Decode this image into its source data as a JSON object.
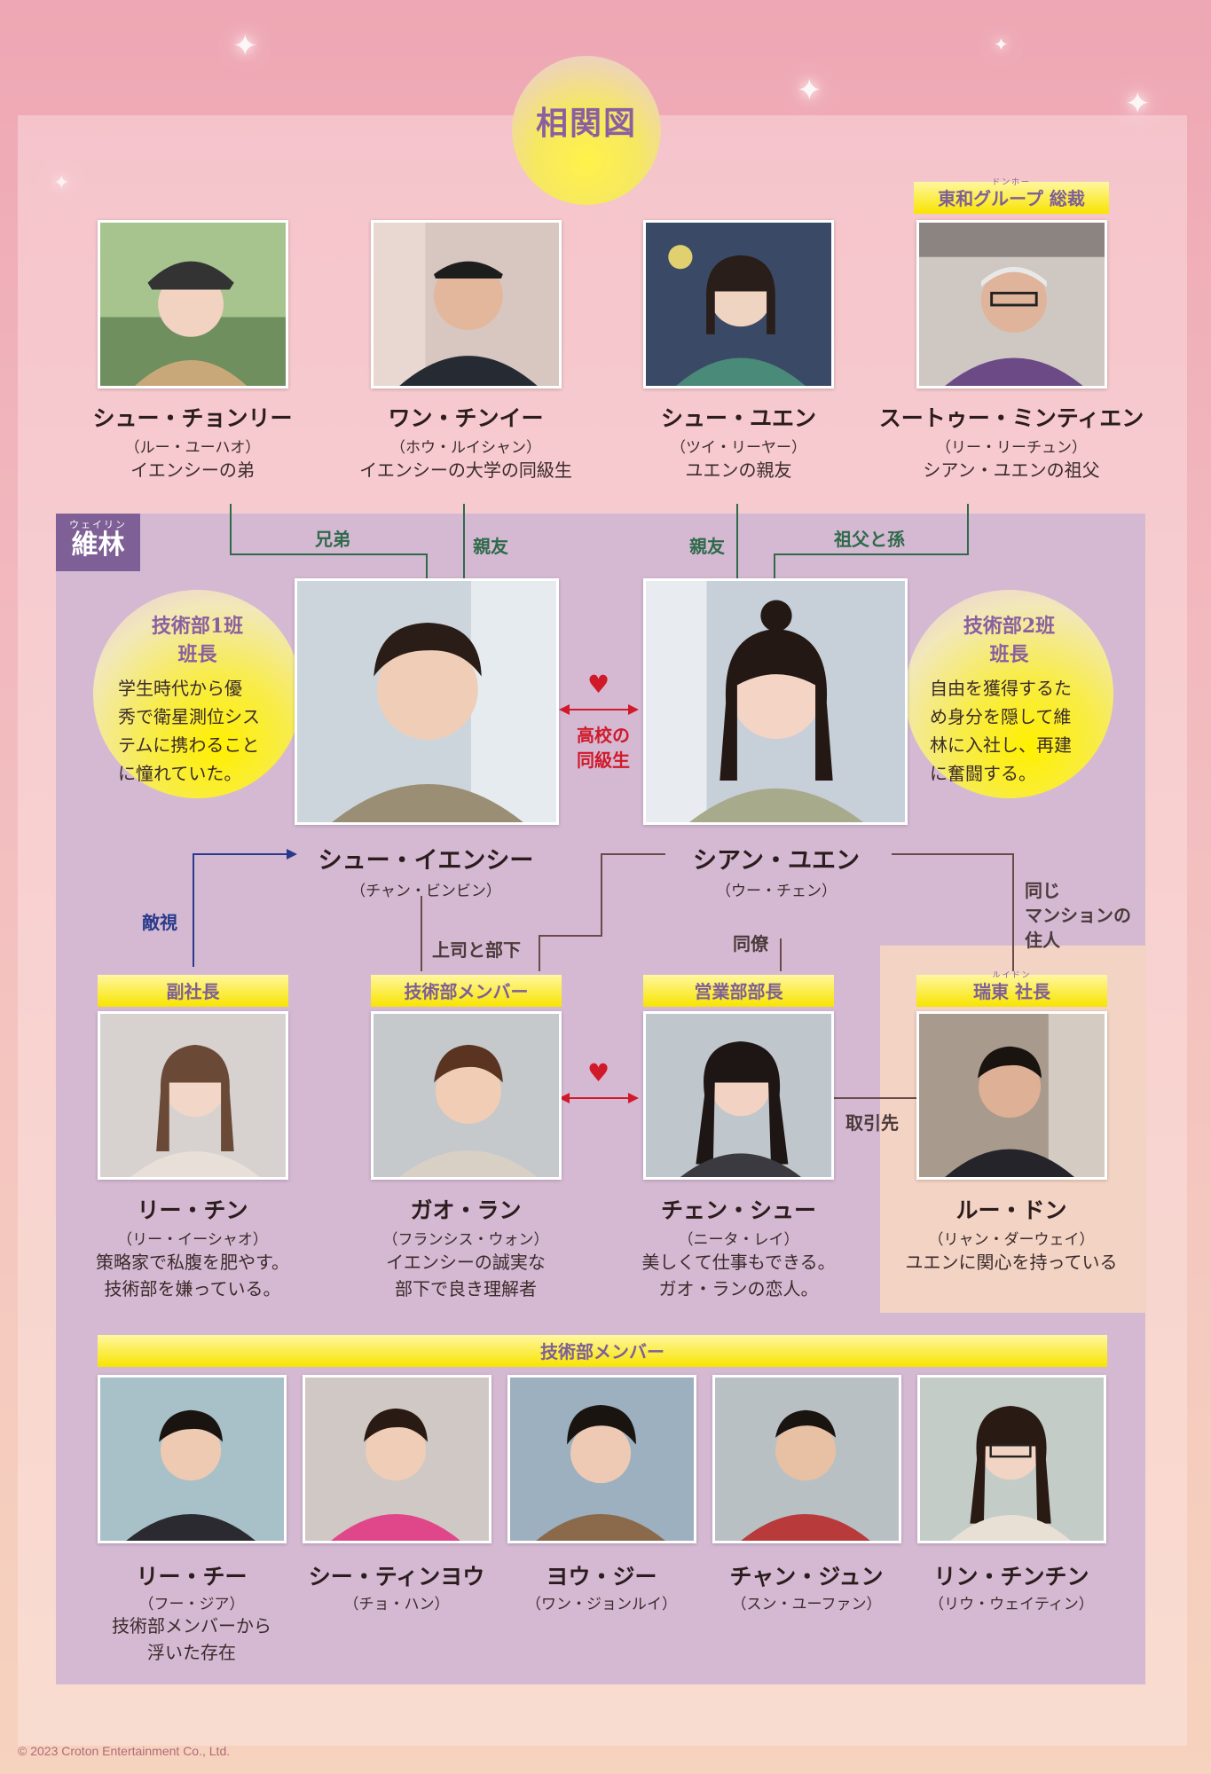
{
  "title": "相関図",
  "copyright": "© 2023 Croton Entertainment Co., Ltd.",
  "colors": {
    "group_bg": "#d5b9d3",
    "group_tag": "#7e5f96",
    "accent_yellow": "#f8e400",
    "relation_green": "#2e6a4a",
    "heart_red": "#d01a2a",
    "rival_blue": "#2a3a8a"
  },
  "top_row": [
    {
      "name": "シュー・チョンリー",
      "actor": "（ルー・ユーハオ）",
      "desc": "イエンシーの弟"
    },
    {
      "name": "ワン・チンイー",
      "actor": "（ホウ・ルイシャン）",
      "desc": "イエンシーの大学の同級生"
    },
    {
      "name": "シュー・ユエン",
      "actor": "（ツイ・リーヤー）",
      "desc": "ユエンの親友"
    },
    {
      "name": "スートゥー・ミンティエン",
      "actor": "（リー・リーチュン）",
      "desc": "シアン・ユエンの祖父",
      "title_ruby": "ドンホー",
      "title": "東和グループ 総裁"
    }
  ],
  "group": {
    "ruby": "ウェイリン",
    "name": "維林"
  },
  "leads": [
    {
      "name": "シュー・イエンシー",
      "actor": "（チャン・ビンビン）",
      "bubble_title": [
        "技術部1班",
        "班長"
      ],
      "bubble_text": [
        "学生時代から優",
        "秀で衛星測位シス",
        "テムに携わること",
        "に憧れていた。"
      ]
    },
    {
      "name": "シアン・ユエン",
      "actor": "（ウー・チェン）",
      "bubble_title": [
        "技術部2班",
        "班長"
      ],
      "bubble_text": [
        "自由を獲得するた",
        "め身分を隠して維",
        "林に入社し、再建",
        "に奮闘する。"
      ]
    }
  ],
  "relations": {
    "brothers": "兄弟",
    "friend1": "親友",
    "friend2": "親友",
    "grandpa": "祖父と孫",
    "classmates": [
      "高校の",
      "同級生"
    ],
    "rival": "敵視",
    "boss": "上司と部下",
    "colleague": "同僚",
    "neighbor": [
      "同じ",
      "マンションの",
      "住人"
    ],
    "client": "取引先",
    "heart": "♥"
  },
  "mid_row": [
    {
      "role": "副社長",
      "name": "リー・チン",
      "actor": "（リー・イーシャオ）",
      "desc": [
        "策略家で私腹を肥やす。",
        "技術部を嫌っている。"
      ]
    },
    {
      "role": "技術部メンバー",
      "name": "ガオ・ラン",
      "actor": "（フランシス・ウォン）",
      "desc": [
        "イエンシーの誠実な",
        "部下で良き理解者"
      ]
    },
    {
      "role": "営業部部長",
      "name": "チェン・シュー",
      "actor": "（ニータ・レイ）",
      "desc": [
        "美しくて仕事もできる。",
        "ガオ・ランの恋人。"
      ]
    },
    {
      "role_ruby": "ルイドン",
      "role": "瑞東 社長",
      "name": "ルー・ドン",
      "actor": "（リャン・ダーウェイ）",
      "desc": [
        "ユエンに関心を持っている"
      ]
    }
  ],
  "members_title": "技術部メンバー",
  "members": [
    {
      "name": "リー・チー",
      "actor": "（フー・ジア）",
      "desc": [
        "技術部メンバーから",
        "浮いた存在"
      ]
    },
    {
      "name": "シー・ティンヨウ",
      "actor": "（チョ・ハン）"
    },
    {
      "name": "ヨウ・ジー",
      "actor": "（ワン・ジョンルイ）"
    },
    {
      "name": "チャン・ジュン",
      "actor": "（スン・ユーファン）"
    },
    {
      "name": "リン・チンチン",
      "actor": "（リウ・ウェイティン）"
    }
  ]
}
